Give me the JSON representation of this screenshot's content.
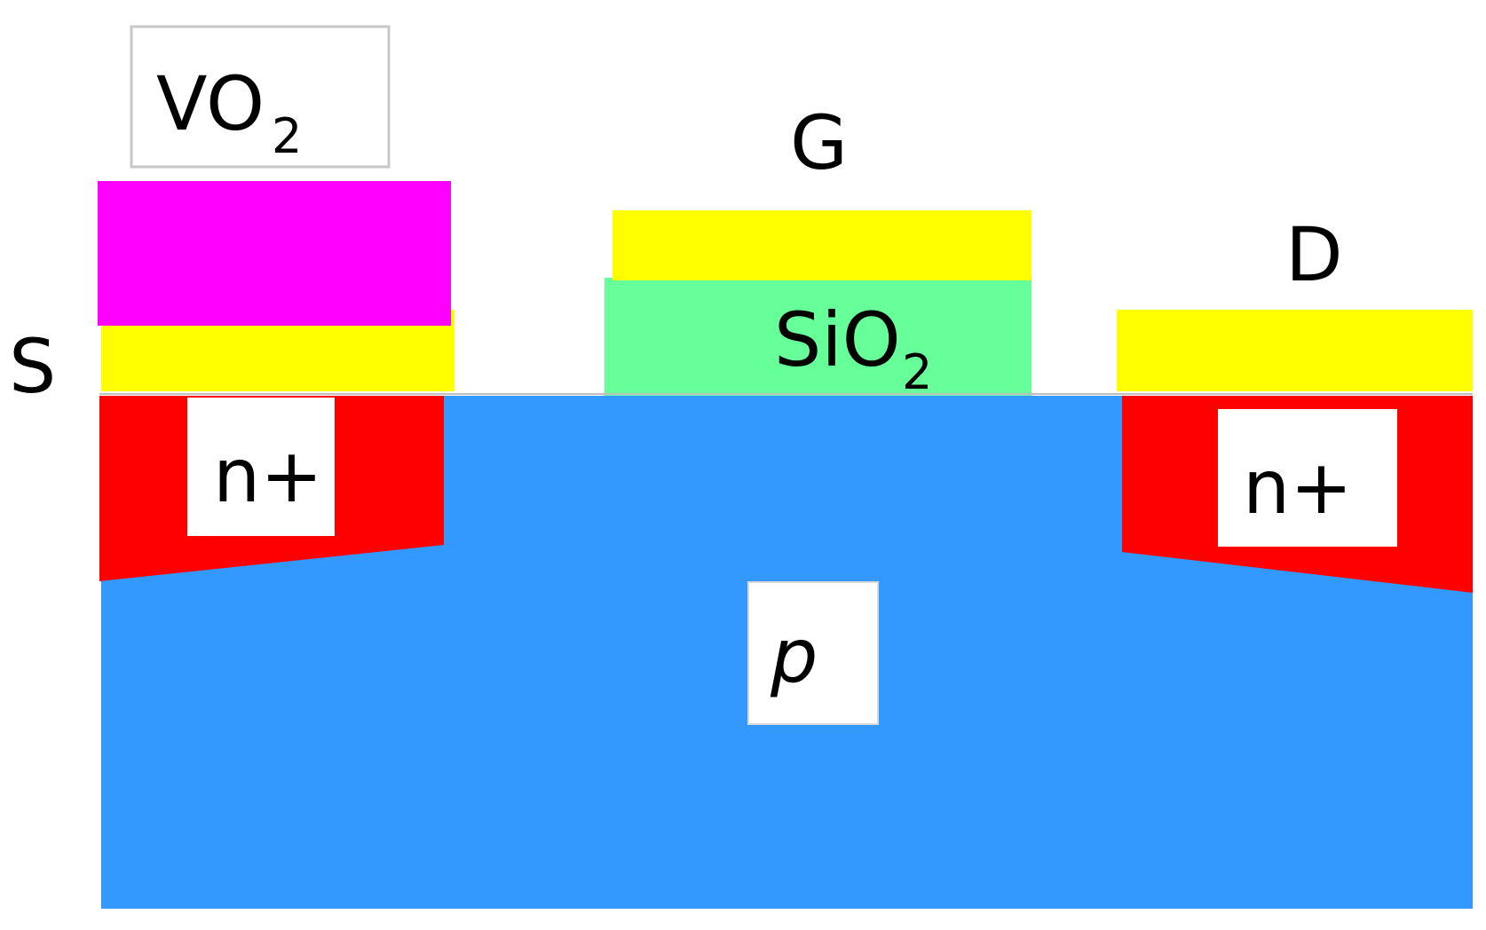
{
  "diagram": {
    "labels": {
      "vo2": "VO",
      "vo2_sub": "2",
      "gate": "G",
      "drain": "D",
      "source": "S",
      "sio2": "SiO",
      "sio2_sub": "2",
      "n_plus_left": "n+",
      "n_plus_right": "n+",
      "p_substrate": "p"
    },
    "colors": {
      "substrate": "#3399ff",
      "n_plus": "#ff0000",
      "metal_contact": "#ffff00",
      "oxide": "#66ff99",
      "vo2": "#ff00ff",
      "label_box": "#ffffff",
      "outline": "#c8c8c8"
    }
  }
}
